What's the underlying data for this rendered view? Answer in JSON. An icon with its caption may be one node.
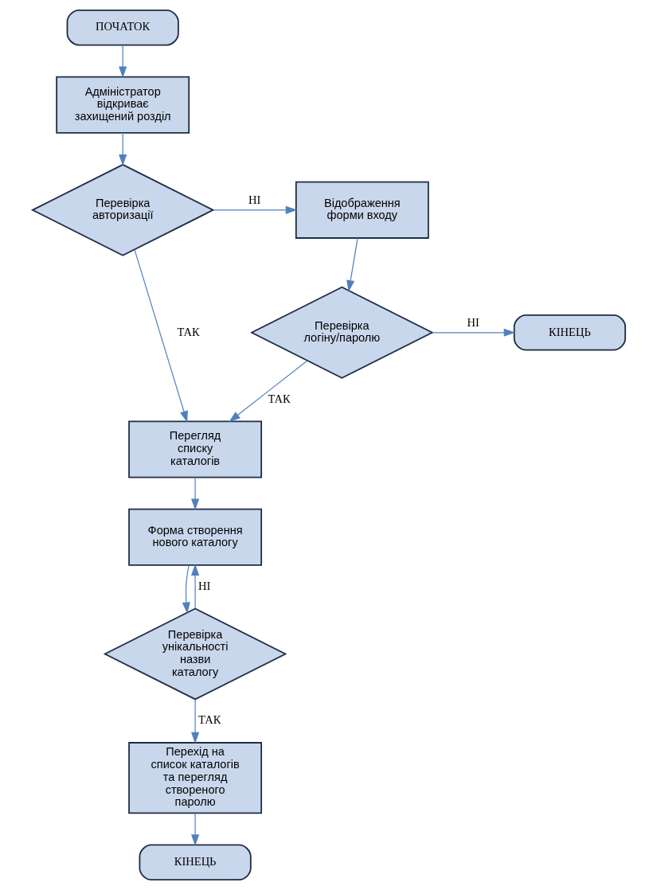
{
  "diagram": {
    "nodes": [
      {
        "text": [
          "ПОЧАТОК"
        ]
      },
      {
        "text": [
          "Адміністратор відкриває захищений розділ"
        ]
      },
      {
        "text": [
          "Перевірка авторизації"
        ]
      },
      {
        "text": [
          "Відображення форми входу"
        ]
      },
      {
        "text": [
          "Перевірка логіну/паролю"
        ]
      },
      {
        "text": [
          "КІНЕЦЬ"
        ]
      },
      {
        "text": [
          "Перегляд списку каталогів"
        ]
      },
      {
        "text": [
          "Форма створення нового каталогу"
        ]
      },
      {
        "text": [
          "Перевірка унікальності назви каталогу"
        ]
      },
      {
        "text": [
          "Перехід на список каталогів та перегляд створеного паролю"
        ]
      },
      {
        "text": [
          "КІНЕЦЬ"
        ]
      }
    ],
    "edges": [
      {
        "from": 0,
        "to": 1,
        "arrow": "to"
      },
      {
        "from": 1,
        "to": 2,
        "arrow": "to"
      },
      {
        "from": 2,
        "to": 3,
        "arrow": "to",
        "label": "НІ"
      },
      {
        "from": 2,
        "to": 6,
        "arrow": "to",
        "label": "ТАК"
      },
      {
        "from": 3,
        "to": 4,
        "arrow": "to"
      },
      {
        "from": 4,
        "to": 5,
        "arrow": "to",
        "label": "НІ"
      },
      {
        "from": 4,
        "to": 6,
        "arrow": "to",
        "label": "ТАК"
      },
      {
        "from": 6,
        "to": 7,
        "arrow": "to"
      },
      {
        "from": 7,
        "to": 8,
        "arrow": "to"
      },
      {
        "from": 8,
        "to": 7,
        "arrow": "to",
        "label": "НІ"
      },
      {
        "from": 8,
        "to": 9,
        "arrow": "to",
        "label": "ТАК"
      },
      {
        "from": 9,
        "to": 10,
        "arrow": "to"
      }
    ]
  }
}
